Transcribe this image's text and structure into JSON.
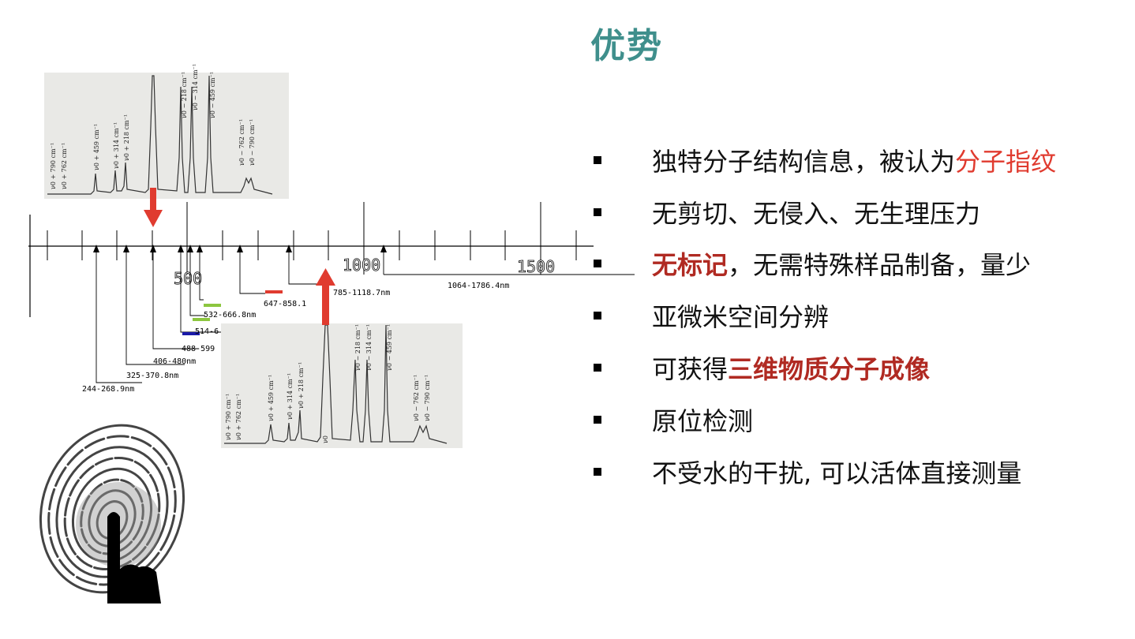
{
  "slide": {
    "title": "优势",
    "bullets": [
      {
        "parts": [
          {
            "text": "独特分子结构信息，被认为",
            "style": "normal"
          },
          {
            "text": "分子指纹",
            "style": "red"
          }
        ]
      },
      {
        "parts": [
          {
            "text": "无剪切、无侵入、无生理压力",
            "style": "normal"
          }
        ]
      },
      {
        "parts": [
          {
            "text": "无标记",
            "style": "dark"
          },
          {
            "text": "，无需特殊样品制备，量少",
            "style": "normal"
          }
        ]
      },
      {
        "parts": [
          {
            "text": "亚微米空间分辨",
            "style": "normal"
          }
        ]
      },
      {
        "parts": [
          {
            "text": "可获得",
            "style": "normal"
          },
          {
            "text": "三维物质分子成像",
            "style": "dark"
          }
        ]
      },
      {
        "parts": [
          {
            "text": "原位检测",
            "style": "normal"
          }
        ]
      },
      {
        "parts": [
          {
            "text": "不受水的干扰, 可以活体直接测量",
            "style": "normal"
          }
        ]
      }
    ]
  },
  "figure": {
    "scale_labels": [
      "500",
      "1000",
      "1500"
    ],
    "wavelength_ranges": [
      "244-268.9nm",
      "325-370.8nm",
      "406-480nm",
      "488-599",
      "514-6",
      "532-666.8nm",
      "647-858.1",
      "785-1118.7nm",
      "1064-1786.4nm"
    ],
    "spectrum_peak_labels": [
      "ν0 + 790 cm⁻¹",
      "ν0 + 762 cm⁻¹",
      "ν0 + 459 cm⁻¹",
      "ν0 + 314 cm⁻¹",
      "ν0 + 218 cm⁻¹",
      "ν0 − 218 cm⁻¹",
      "ν0 − 314 cm⁻¹",
      "ν0 − 459 cm⁻¹",
      "ν0 − 762 cm⁻¹",
      "ν0 − 790 cm⁻¹",
      "ν0"
    ],
    "colors": {
      "arrow": "#e03b2f",
      "laser_red": "#e03b2f",
      "laser_green": "#8cc63f",
      "laser_blue": "#1a1aa8",
      "title": "#3f8f8c"
    }
  }
}
